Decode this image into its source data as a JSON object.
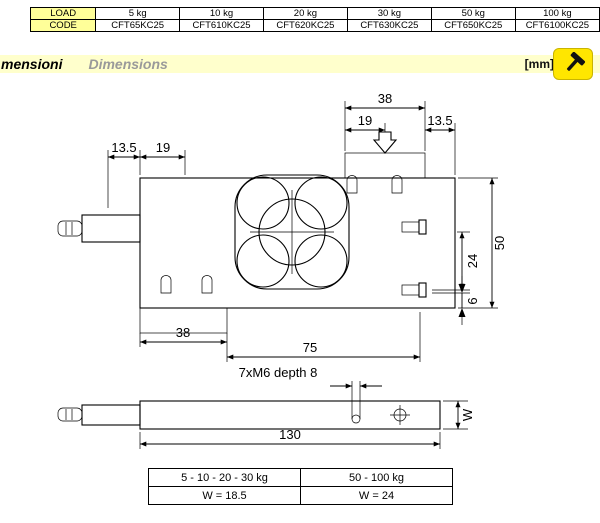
{
  "spec_table": {
    "row_labels": {
      "load": "LOAD",
      "code": "CODE"
    },
    "loads": [
      "5 kg",
      "10 kg",
      "20 kg",
      "30 kg",
      "50 kg",
      "100 kg"
    ],
    "codes": [
      "CFT65KC25",
      "CFT610KC25",
      "CFT620KC25",
      "CFT630KC25",
      "CFT650KC25",
      "CFT6100KC25"
    ]
  },
  "section_header": {
    "title_partial": "mensioni",
    "title_en": "Dimensions",
    "units": "[mm]",
    "icon": "hammer-tools-icon"
  },
  "drawing": {
    "top_view": {
      "dim_top_38": "38",
      "dim_top_19": "19",
      "dim_top_13_5": "13.5",
      "dim_left_13_5": "13.5",
      "dim_left_19": "19",
      "dim_right_50": "50",
      "dim_right_24": "24",
      "dim_right_6": "6",
      "dim_bottom_38": "38",
      "dim_bottom_75": "75"
    },
    "side_view": {
      "hole_note": "7xM6 depth 8",
      "dim_length_130": "130",
      "dim_height_w": "W"
    }
  },
  "w_table": {
    "columns": [
      {
        "header": "5 - 10 - 20 - 30 kg",
        "value": "W = 18.5"
      },
      {
        "header": "50 - 100 kg",
        "value": "W = 24"
      }
    ]
  },
  "colors": {
    "band_bg": "#FFFFCC",
    "label_cell_bg": "#FFFF99",
    "icon_bg": "#FFE600",
    "line": "#000000",
    "title_en_color": "#9A9A9A"
  }
}
